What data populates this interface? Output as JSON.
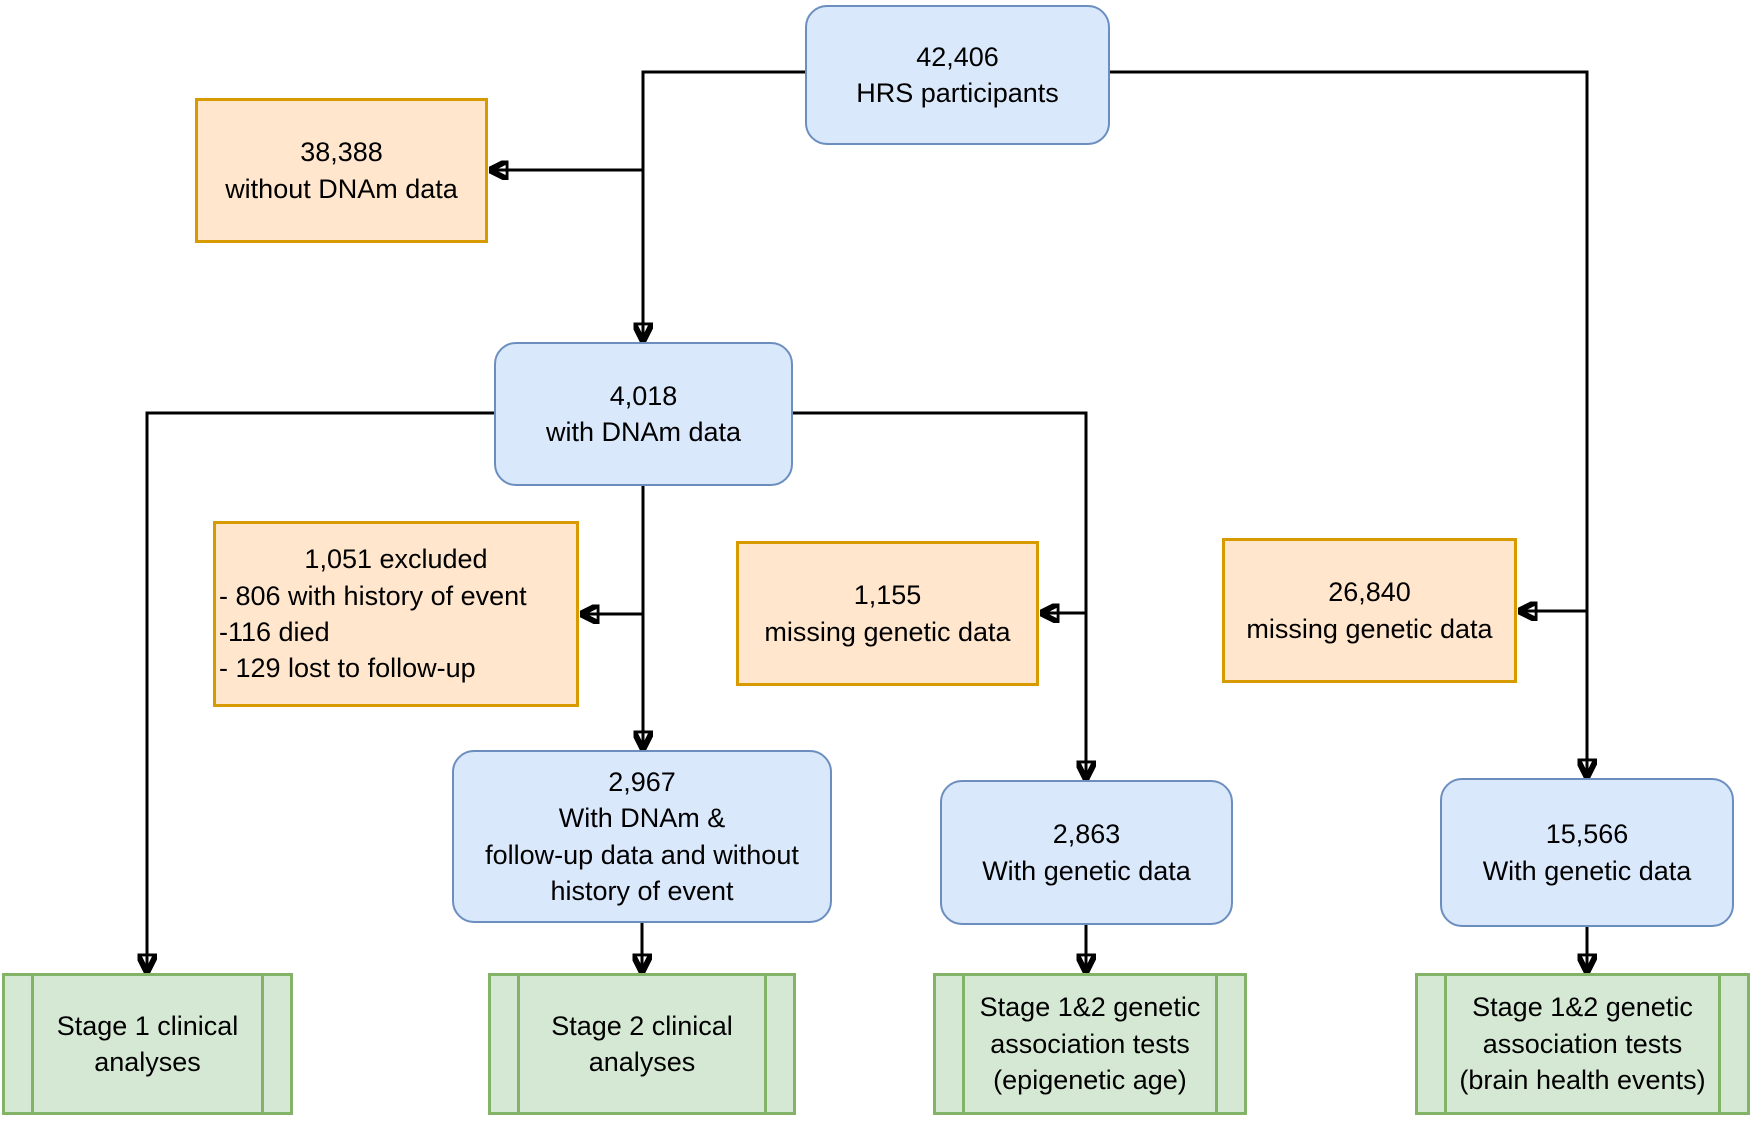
{
  "title": "HRS participant flow diagram",
  "colors": {
    "population_fill": "#dae8fc",
    "population_border": "#6c8ebf",
    "exclusion_fill": "#ffe6cc",
    "exclusion_border": "#d79b00",
    "analysis_fill": "#d5e8d4",
    "analysis_border": "#82b366",
    "connector": "#000000"
  },
  "nodes": {
    "hrs": {
      "type": "population",
      "lines": [
        "42,406",
        "HRS participants"
      ]
    },
    "no_dnam": {
      "type": "exclusion",
      "lines": [
        "38,388",
        "without DNAm data"
      ]
    },
    "dnam": {
      "type": "population",
      "lines": [
        "4,018",
        "with DNAm data"
      ]
    },
    "excluded": {
      "type": "exclusion",
      "lines": [
        "1,051 excluded",
        "- 806 with history of event",
        "-116 died",
        "- 129 lost to follow-up"
      ]
    },
    "missing_genetic_epi": {
      "type": "exclusion",
      "lines": [
        "1,155",
        "missing genetic data"
      ]
    },
    "missing_genetic_brain": {
      "type": "exclusion",
      "lines": [
        "26,840",
        "missing genetic data"
      ]
    },
    "dnam_followup": {
      "type": "population",
      "lines": [
        "2,967",
        "With DNAm &",
        "follow-up data and without",
        "history of event"
      ]
    },
    "genetic_epi": {
      "type": "population",
      "lines": [
        "2,863",
        "With genetic data"
      ]
    },
    "genetic_brain": {
      "type": "population",
      "lines": [
        "15,566",
        "With genetic data"
      ]
    },
    "stage1": {
      "type": "analysis",
      "lines": [
        "Stage 1 clinical",
        "analyses"
      ]
    },
    "stage2": {
      "type": "analysis",
      "lines": [
        "Stage 2 clinical",
        "analyses"
      ]
    },
    "stage3": {
      "type": "analysis",
      "lines": [
        "Stage 1&2 genetic",
        "association tests",
        "(epigenetic age)"
      ]
    },
    "stage4": {
      "type": "analysis",
      "lines": [
        "Stage 1&2 genetic",
        "association tests",
        "(brain health events)"
      ]
    }
  },
  "edges": [
    {
      "from": "hrs",
      "to": "no_dnam"
    },
    {
      "from": "hrs",
      "to": "dnam"
    },
    {
      "from": "hrs",
      "to": "genetic_brain"
    },
    {
      "from": "dnam",
      "to": "stage1"
    },
    {
      "from": "dnam",
      "to": "excluded"
    },
    {
      "from": "dnam",
      "to": "dnam_followup"
    },
    {
      "from": "dnam",
      "to": "missing_genetic_epi"
    },
    {
      "from": "dnam",
      "to": "genetic_epi"
    },
    {
      "from": "hrs",
      "to": "missing_genetic_brain"
    },
    {
      "from": "dnam_followup",
      "to": "stage2"
    },
    {
      "from": "genetic_epi",
      "to": "stage3"
    },
    {
      "from": "genetic_brain",
      "to": "stage4"
    }
  ]
}
